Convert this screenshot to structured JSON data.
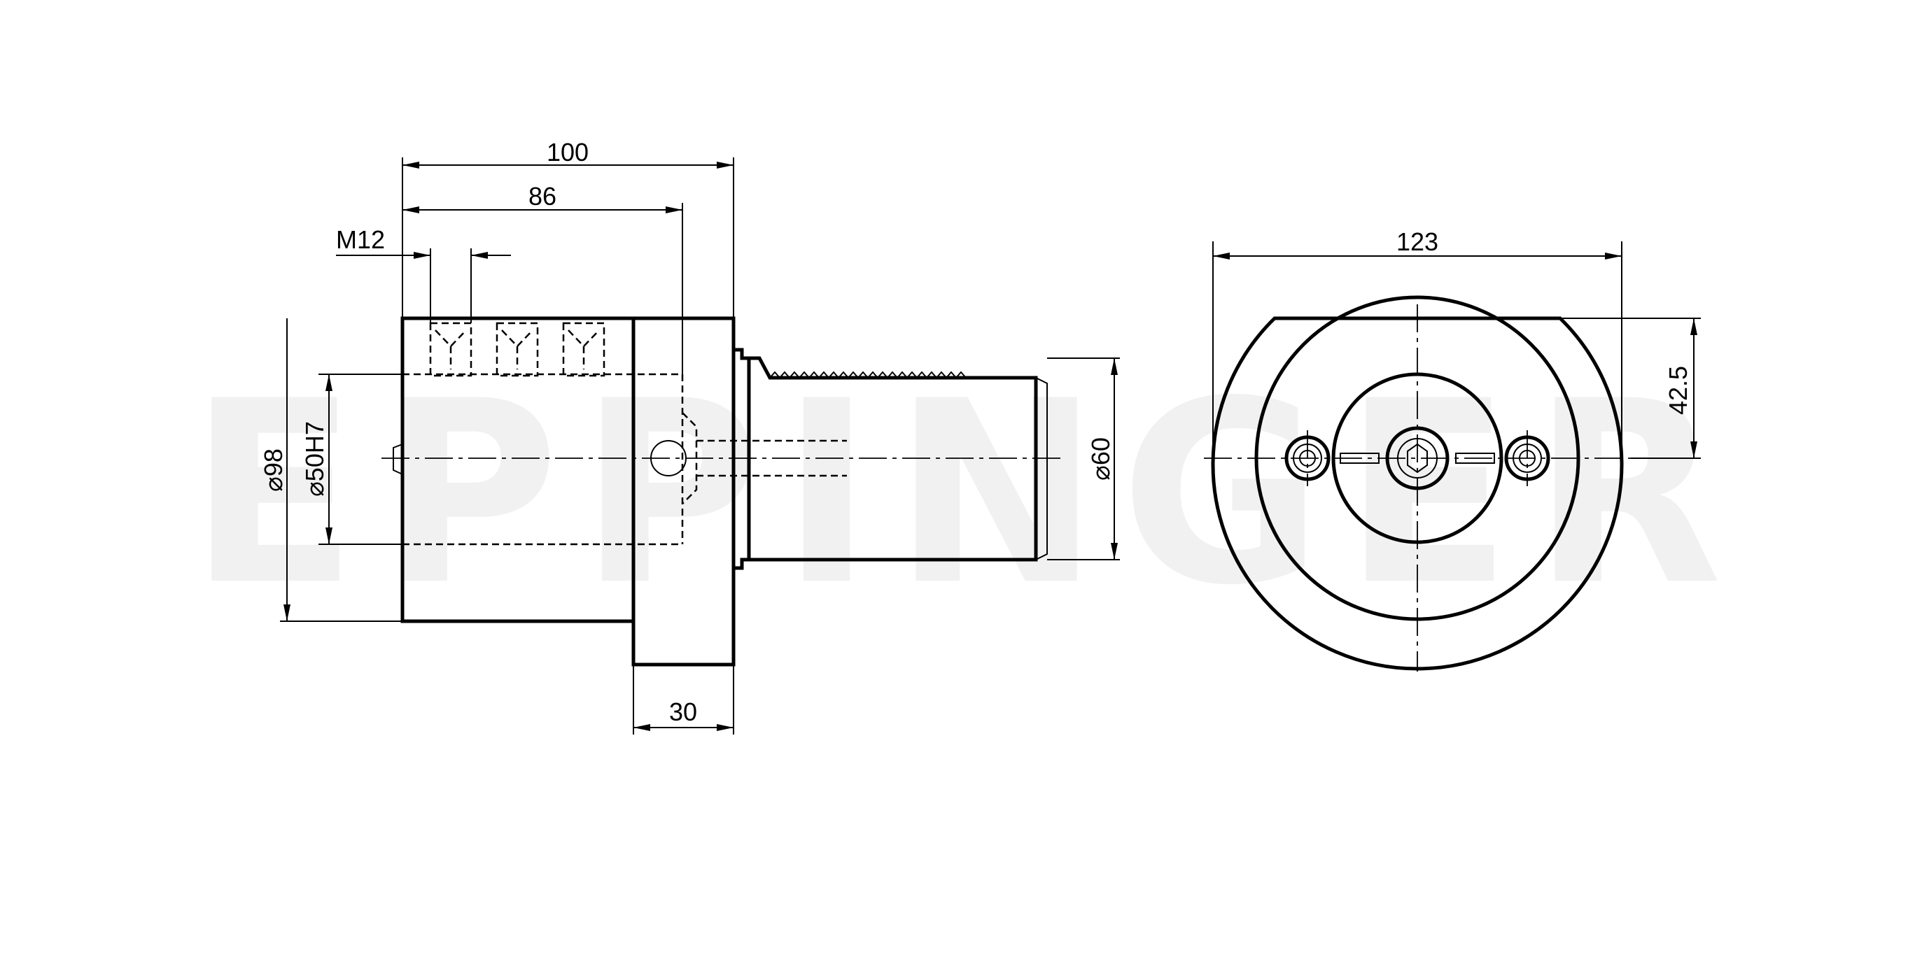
{
  "watermark": "EPPINGER",
  "dimensions": {
    "overall_length": "100",
    "bore_depth": "86",
    "thread": "M12",
    "diameter_body": "⌀98",
    "diameter_bore": "⌀50H7",
    "flange_width": "30",
    "diameter_shank": "⌀60",
    "front_width": "123",
    "center_height": "42.5"
  },
  "colors": {
    "line": "#000000",
    "watermark": "#f1f1f1",
    "background": "#ffffff"
  }
}
